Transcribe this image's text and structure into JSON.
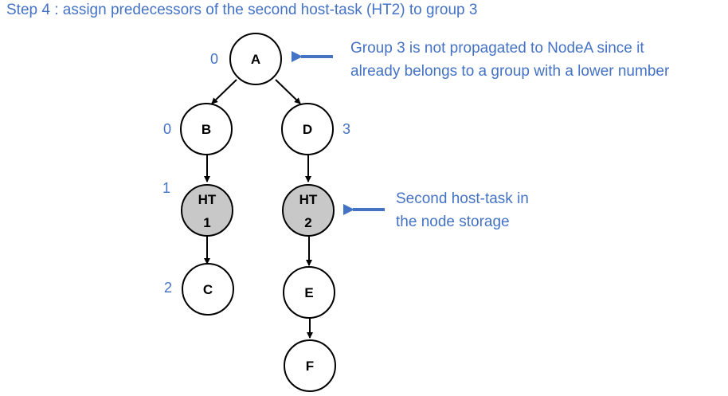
{
  "title": "Step 4 : assign predecessors of the second host-task (HT2) to group 3",
  "annotations": {
    "top_line1": "Group 3 is not propagated to NodeA since it",
    "top_line2": "already belongs to a group with a lower number",
    "mid_line1": "Second host-task in",
    "mid_line2": "the node storage"
  },
  "nodes": {
    "A": {
      "line1": "A",
      "group": "0"
    },
    "B": {
      "line1": "B",
      "group": "0"
    },
    "D": {
      "line1": "D",
      "group": "3"
    },
    "HT1": {
      "line1": "HT",
      "line2": "1",
      "group": "1"
    },
    "HT2": {
      "line1": "HT",
      "line2": "2"
    },
    "C": {
      "line1": "C",
      "group": "2"
    },
    "E": {
      "line1": "E"
    },
    "F": {
      "line1": "F"
    }
  },
  "colors": {
    "accent": "#4472c4",
    "host_task_fill": "#c8c8c8",
    "node_fill": "#ffffff",
    "stroke": "#000000"
  }
}
